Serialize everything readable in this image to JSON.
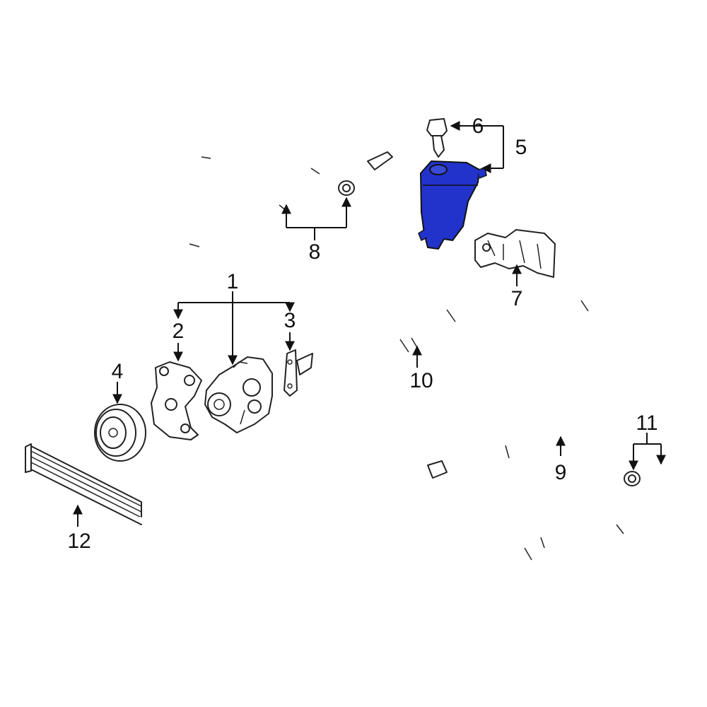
{
  "highlight_color": "#2233cc",
  "callouts": {
    "c1": "1",
    "c2": "2",
    "c3": "3",
    "c4": "4",
    "c5": "5",
    "c6": "6",
    "c7": "7",
    "c8": "8",
    "c9": "9",
    "c10": "10",
    "c11": "11",
    "c12": "12"
  }
}
